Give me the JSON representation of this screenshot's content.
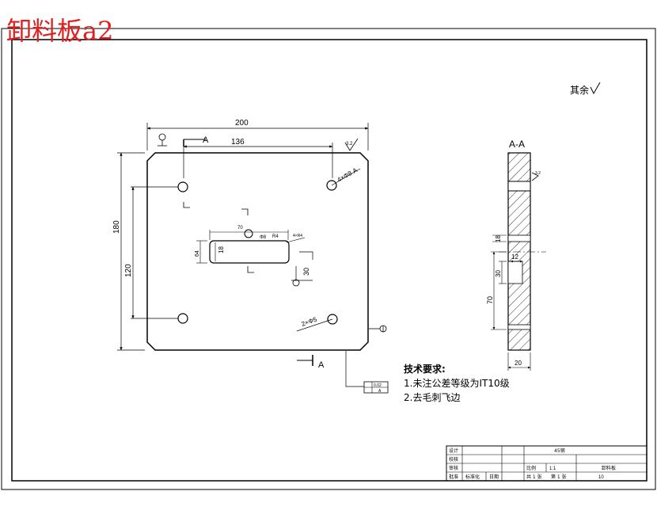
{
  "header": {
    "title": "卸料板a2",
    "title_color": "#e02020"
  },
  "roughness_note": {
    "label": "其余",
    "value": ""
  },
  "plan_view": {
    "dim_width": "200",
    "dim_hole_spacing": "136",
    "dim_height": "180",
    "dim_vertical_spacing": "120",
    "section_marker": "A",
    "roughness_value": "3.2",
    "hole_note_top_right": "4×Φ8 A",
    "hole_note_bottom": "2×Φ5",
    "slot_dim_length": "70",
    "slot_dim_hole_a": "Φ8",
    "slot_dim_hole_b": "R4",
    "slot_dim_offset": "4×R4",
    "slot_dim_height": "18",
    "slot_dim_width": "64",
    "slot_dim_vertical": "30",
    "tolerance_frame_top": "0.02",
    "tolerance_frame_bottom": "A"
  },
  "section_view": {
    "title": "A-A",
    "dim_18": "18",
    "dim_12": "12",
    "dim_30": "30",
    "dim_70": "70",
    "dim_20": "20",
    "roughness_value": "3.2"
  },
  "tech_requirements": {
    "heading": "技术要求:",
    "items": [
      "1.未注公差等级为IT10级",
      "2.去毛刺飞边"
    ]
  },
  "title_block": {
    "designer": "设计",
    "checker": "校核",
    "reviewer": "审核",
    "approver": "批准",
    "std": "标准化",
    "date": "日期",
    "material": "45钢",
    "scale_label": "比例",
    "scale_value": "1:1",
    "part_name": "卸料板",
    "sheet_total": "共 1 张",
    "sheet_num": "第 1 张",
    "drawing_no": "10"
  }
}
